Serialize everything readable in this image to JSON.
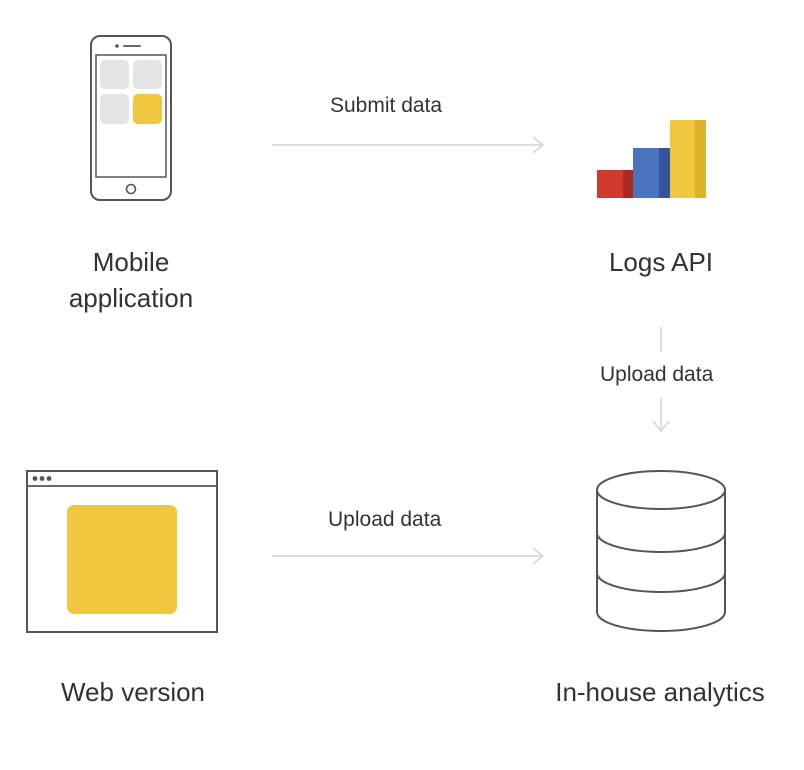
{
  "nodes": {
    "mobile_app": {
      "label_line1": "Mobile",
      "label_line2": "application",
      "icon": "smartphone-icon"
    },
    "logs_api": {
      "label": "Logs API",
      "icon": "bar-chart-icon"
    },
    "web_version": {
      "label": "Web version",
      "icon": "browser-window-icon"
    },
    "analytics": {
      "label": "In-house analytics",
      "icon": "database-icon"
    }
  },
  "edges": {
    "mobile_to_api": {
      "label": "Submit  data"
    },
    "api_to_analytics": {
      "label": "Upload data"
    },
    "web_to_analytics": {
      "label": "Upload data"
    }
  },
  "colors": {
    "line": "#d4d4d4",
    "outline": "#555555",
    "tile_gray": "#e4e4e4",
    "accent_yellow": "#f2c740",
    "bar_red": "#d03a2c",
    "bar_blue": "#4b74c0",
    "bar_yellow": "#f2c740"
  }
}
